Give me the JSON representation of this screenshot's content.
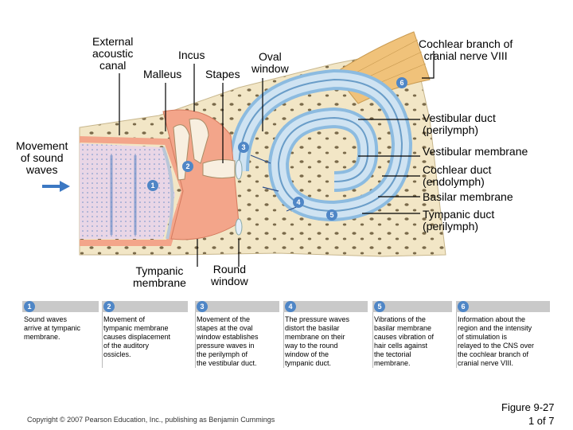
{
  "labels": {
    "external_acoustic_canal": "External\nacoustic\ncanal",
    "incus": "Incus",
    "oval_window": "Oval\nwindow",
    "malleus": "Malleus",
    "stapes": "Stapes",
    "cochlear_branch": "Cochlear branch of\ncranial nerve VIII",
    "vestibular_duct": "Vestibular duct\n(perilymph)",
    "movement_sound_waves": "Movement\nof sound\nwaves",
    "vestibular_membrane": "Vestibular membrane",
    "cochlear_duct": "Cochlear duct\n(endolymph)",
    "basilar_membrane": "Basilar membrane",
    "tympanic_duct": "Tympanic duct\n(perilymph)",
    "tympanic_membrane": "Tympanic\nmembrane",
    "round_window": "Round\nwindow"
  },
  "markers": [
    "1",
    "2",
    "3",
    "4",
    "5",
    "6"
  ],
  "steps": [
    {
      "num": "1",
      "text": "Sound waves\narrive at tympanic\nmembrane."
    },
    {
      "num": "2",
      "text": "Movement of\ntympanic membrane\ncauses displacement\nof the auditory\nossicles."
    },
    {
      "num": "3",
      "text": "Movement of the\nstapes at the oval\nwindow establishes\npressure waves in\nthe perilymph of\nthe vestibular duct."
    },
    {
      "num": "4",
      "text": "The pressure waves\ndistort the basilar\nmembrane on their\nway to the round\nwindow of the\ntympanic duct."
    },
    {
      "num": "5",
      "text": "Vibrations of the\nbasilar membrane\ncauses vibration of\nhair cells against\nthe tectorial\nmembrane."
    },
    {
      "num": "6",
      "text": "Information about the\nregion and the intensity\nof stimulation is\nrelayed to the CNS over\nthe cochlear branch of\ncranial nerve VIII."
    }
  ],
  "copyright": "Copyright © 2007 Pearson Education, Inc., publishing as Benjamin Cummings",
  "figure": {
    "title": "Figure 9-27",
    "page": "1 of 7"
  },
  "colors": {
    "bone": "#f2e6c6",
    "bone_spots": "#7a6a4a",
    "canal_skin": "#f3a58a",
    "perilymph_blue": "#cfe3f2",
    "marker_blue": "#4f86c6",
    "nerve": "#f0c27a",
    "step_bar": "#c9c9c9"
  }
}
